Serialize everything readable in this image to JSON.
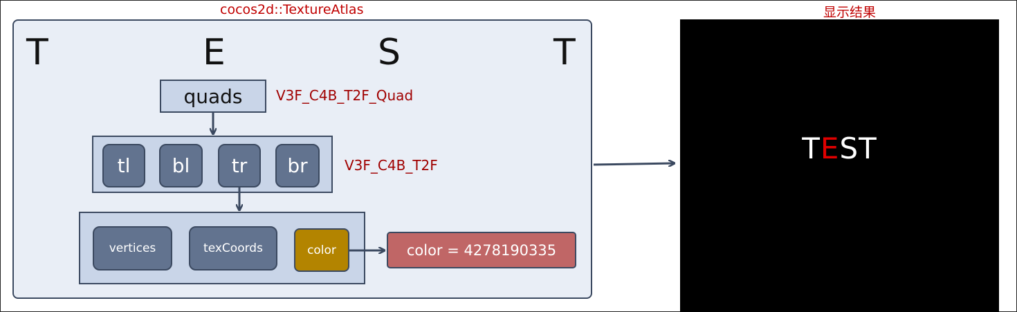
{
  "left_title": "cocos2d::TextureAtlas",
  "right_title": "显示结果",
  "letters": [
    "T",
    "E",
    "S",
    "T"
  ],
  "quads": {
    "label": "quads",
    "type": "V3F_C4B_T2F_Quad"
  },
  "corners": {
    "items": [
      "tl",
      "bl",
      "tr",
      "br"
    ],
    "type": "V3F_C4B_T2F"
  },
  "fields": {
    "vertices": "vertices",
    "texCoords": "texCoords",
    "color": "color"
  },
  "color_value": "color = 4278190335",
  "result": {
    "chars": [
      "T",
      "E",
      "S",
      "T"
    ],
    "colors": [
      "#ffffff",
      "#e00000",
      "#ffffff",
      "#ffffff"
    ]
  },
  "colors": {
    "panel": "#e9eef6",
    "box": "#c9d5e8",
    "pill": "#62738f",
    "color_pill": "#b38400",
    "value_box": "#c06666",
    "title_red": "#c00000"
  }
}
